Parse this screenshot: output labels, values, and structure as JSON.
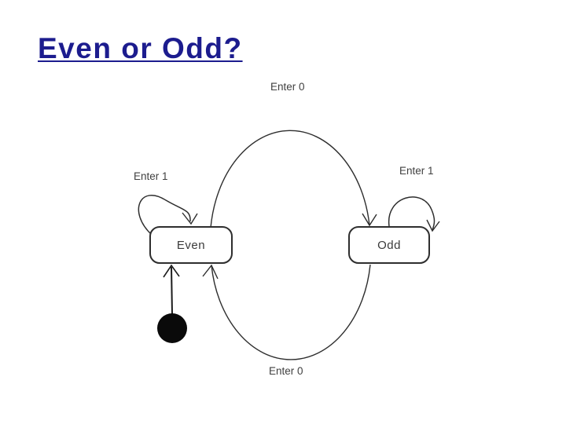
{
  "slide": {
    "title": "Even or Odd?"
  },
  "diagram": {
    "type": "finite-state-machine",
    "states": [
      {
        "name": "Even"
      },
      {
        "name": "Odd"
      }
    ],
    "initial_marker": "filled-dot-into-Even",
    "transitions": [
      {
        "id": "even-to-odd-top",
        "from": "Even",
        "to": "Odd",
        "label": "Enter 0"
      },
      {
        "id": "odd-to-even-bottom",
        "from": "Odd",
        "to": "Even",
        "label": "Enter 0"
      },
      {
        "id": "even-self-loop",
        "from": "Even",
        "to": "Even",
        "label": "Enter 1"
      },
      {
        "id": "odd-self-loop",
        "from": "Odd",
        "to": "Odd",
        "label": "Enter 1"
      },
      {
        "id": "initial-to-even",
        "from": "initial",
        "to": "Even",
        "label": ""
      }
    ],
    "colors": {
      "title_text": "#1c1c8e",
      "line": "#2e2e2e",
      "label_text": "#404040",
      "state_fill": "#ffffff",
      "initial_dot": "#0a0a0a",
      "background": "#ffffff"
    }
  }
}
